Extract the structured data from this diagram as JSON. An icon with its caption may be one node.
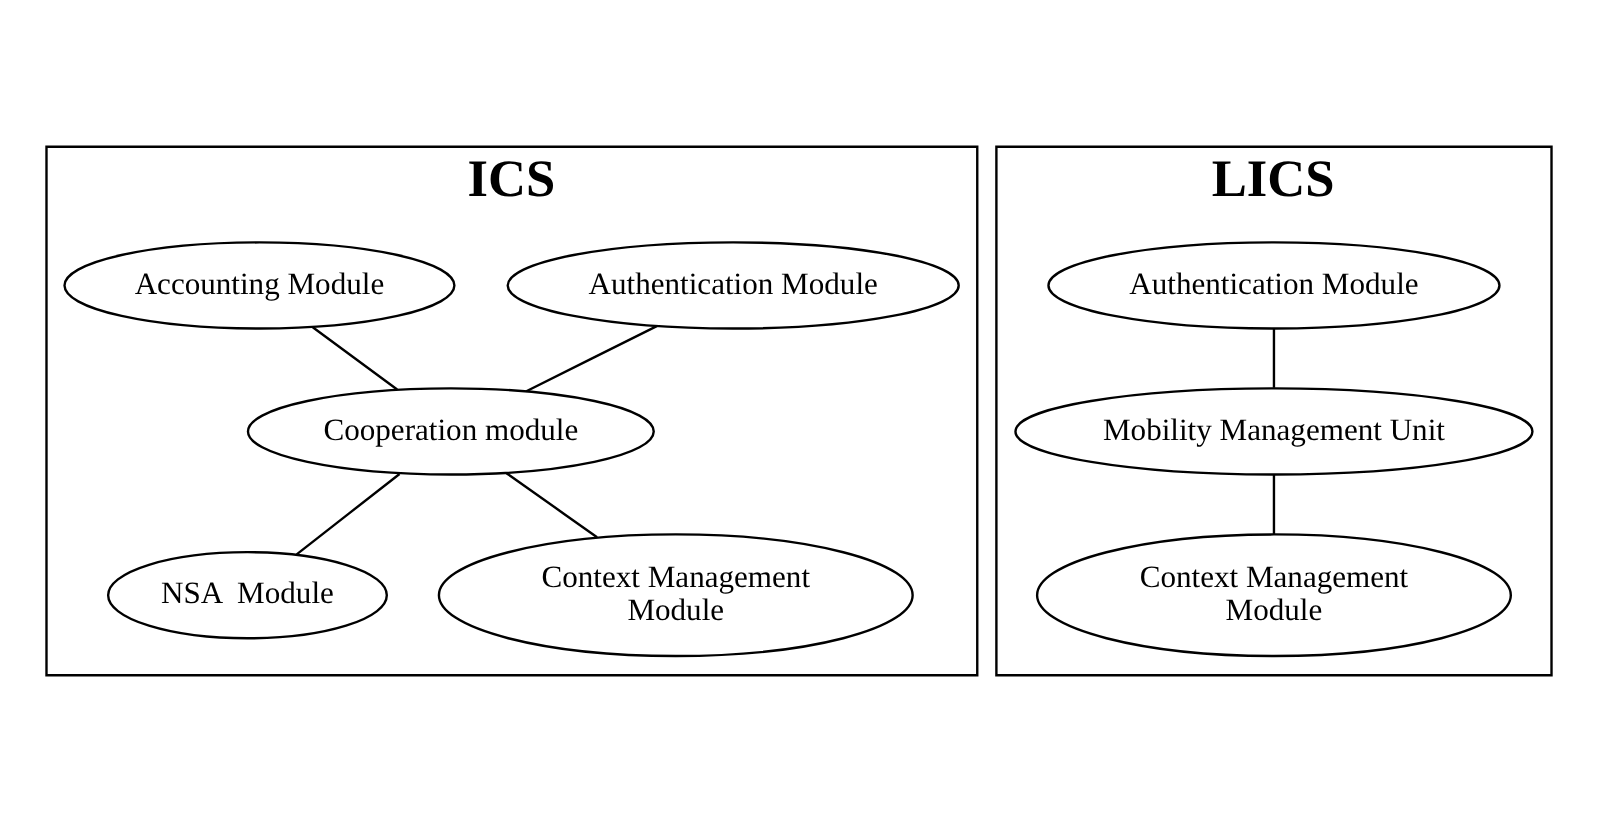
{
  "diagram": {
    "nodes": [
      {
        "text": [
          "ICS"
        ]
      },
      {
        "text": [
          "Authentication Module"
        ],
        "in": 0
      },
      {
        "text": [
          "Accounting Module"
        ],
        "in": 0
      },
      {
        "text": [
          "Cooperation module"
        ],
        "in": 0
      },
      {
        "text": [
          "NSA  Module"
        ],
        "in": 0
      },
      {
        "text": [
          "Context Management Module"
        ],
        "in": 0
      },
      {
        "text": [
          "LICS"
        ]
      },
      {
        "text": [
          "Authentication Module"
        ],
        "in": 6
      },
      {
        "text": [
          "Mobility Management Unit"
        ],
        "in": 6
      },
      {
        "text": [
          "Context Management Module"
        ],
        "in": 6
      }
    ],
    "edges": [
      {
        "from": 1,
        "to": 3,
        "arrow": "none"
      },
      {
        "from": 2,
        "to": 3,
        "arrow": "none"
      },
      {
        "from": 3,
        "to": 4,
        "arrow": "none"
      },
      {
        "from": 3,
        "to": 5,
        "arrow": "none"
      },
      {
        "from": 7,
        "to": 8,
        "arrow": "none"
      },
      {
        "from": 8,
        "to": 9,
        "arrow": "none"
      }
    ]
  }
}
